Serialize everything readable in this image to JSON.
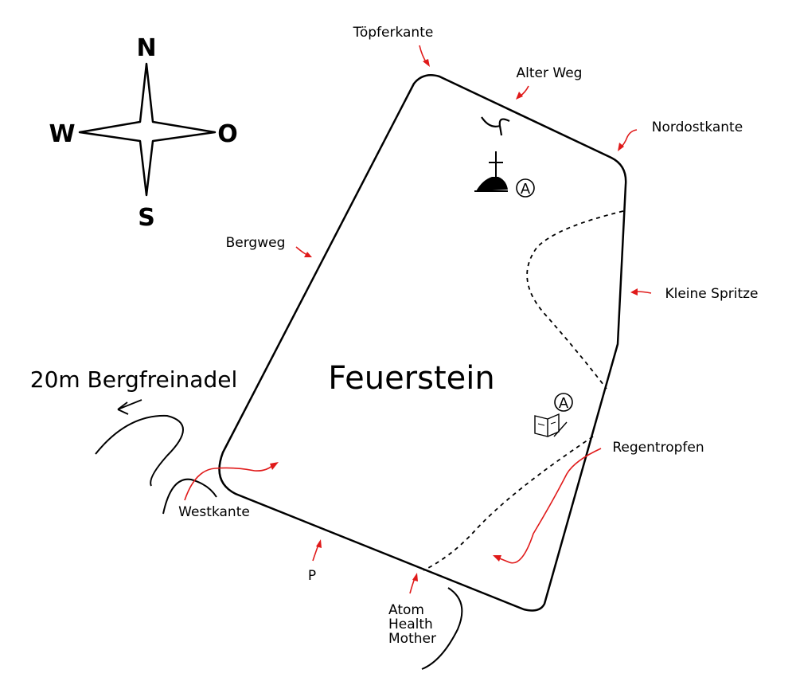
{
  "map": {
    "title": "Feuerstein",
    "nearby_label": "20m Bergfreinadel"
  },
  "compass": {
    "north": "N",
    "south": "S",
    "west": "W",
    "east": "O"
  },
  "routes": {
    "toepferkante": "Töpferkante",
    "alter_weg": "Alter Weg",
    "nordostkante": "Nordostkante",
    "bergweg": "Bergweg",
    "kleine_spritze": "Kleine Spritze",
    "regentropfen": "Regentropfen",
    "westkante": "Westkante",
    "p": "P",
    "atom_line1": "Atom",
    "atom_line2": "Health",
    "atom_line3": "Mother"
  },
  "symbols": {
    "abseil_top": "A",
    "abseil_book": "A"
  },
  "icons": [
    "compass-rose-icon",
    "summit-cross-icon",
    "summit-book-icon",
    "abseil-ring-icon",
    "rappel-anchor-icon"
  ],
  "colors": {
    "route_arrow": "#e01a1a",
    "outline": "#000000"
  }
}
